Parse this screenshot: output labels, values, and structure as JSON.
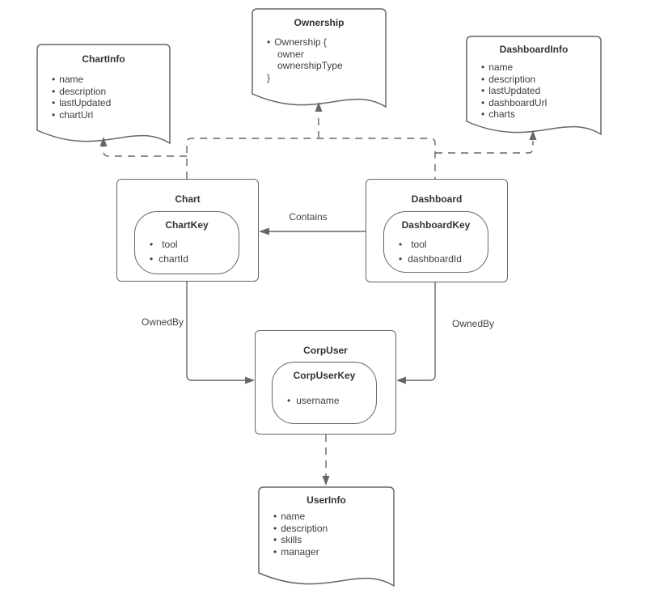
{
  "nodes": {
    "chartInfo": {
      "title": "ChartInfo",
      "fields": [
        "name",
        "description",
        "lastUpdated",
        "chartUrl"
      ]
    },
    "ownership": {
      "title": "Ownership",
      "lines": [
        "Ownership {",
        "owner",
        "ownershipType",
        "}"
      ]
    },
    "dashboardInfo": {
      "title": "DashboardInfo",
      "fields": [
        "name",
        "description",
        "lastUpdated",
        "dashboardUrl",
        "charts"
      ]
    },
    "chart": {
      "title": "Chart",
      "key_title": "ChartKey",
      "key_fields": [
        "tool",
        "chartId"
      ]
    },
    "dashboard": {
      "title": "Dashboard",
      "key_title": "DashboardKey",
      "key_fields": [
        "tool",
        "dashboardId"
      ]
    },
    "corpUser": {
      "title": "CorpUser",
      "key_title": "CorpUserKey",
      "key_fields": [
        "username"
      ]
    },
    "userInfo": {
      "title": "UserInfo",
      "fields": [
        "name",
        "description",
        "skills",
        "manager"
      ]
    }
  },
  "edges": {
    "contains_label": "Contains",
    "chart_ownedby_label": "OwnedBy",
    "dashboard_ownedby_label": "OwnedBy"
  },
  "colors": {
    "stroke": "#666666",
    "text": "#333333",
    "canvas_bg": "#ffffff"
  }
}
